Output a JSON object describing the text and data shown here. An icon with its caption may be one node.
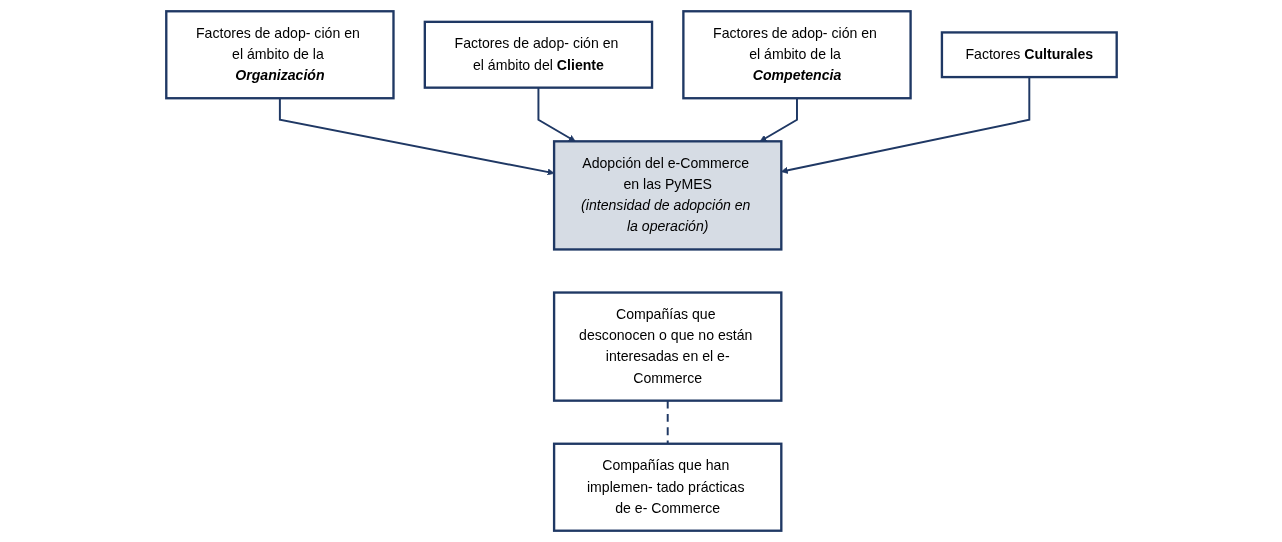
{
  "diagram": {
    "nodes": [
      {
        "text": [
          "Factores de adop- ción en el ámbito de la **Organización**"
        ]
      },
      {
        "text": [
          "Factores de adop- ción en el ámbito del **Cliente**"
        ]
      },
      {
        "text": [
          "Factores de adop- ción en el ámbito de la **Competencia**"
        ]
      },
      {
        "text": [
          "Factores **Culturales**"
        ]
      },
      {
        "text": [
          "Adopción del e-Commerce en las PyMES",
          "(intensidad de adopción en la operación)"
        ]
      },
      {
        "text": [
          "Compañías que desconocen o que no están interesadas en el e-Commerce"
        ]
      },
      {
        "text": [
          "Compañías que han implemen- tado prácticas de e- Commerce"
        ]
      }
    ],
    "edges": [
      {
        "from": 0,
        "to": 4,
        "arrow": "to"
      },
      {
        "from": 1,
        "to": 4,
        "arrow": "to"
      },
      {
        "from": 2,
        "to": 4,
        "arrow": "to"
      },
      {
        "from": 3,
        "to": 4,
        "arrow": "to"
      },
      {
        "from": 5,
        "to": 6,
        "arrow": "none",
        "style": "dashed"
      }
    ]
  }
}
